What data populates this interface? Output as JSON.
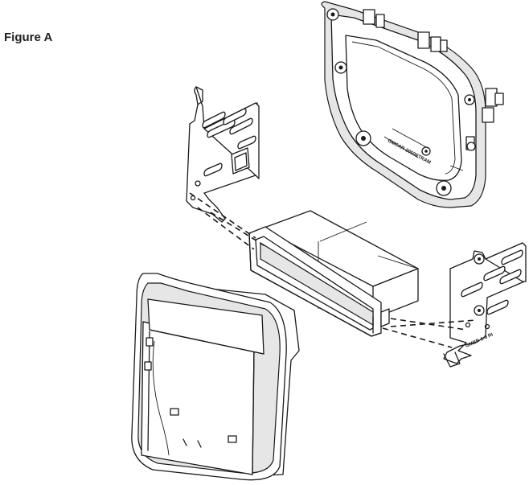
{
  "figure": {
    "label": "Figure A",
    "part_mark_bezel": "GMCAR-2050RTRAM",
    "part_mark_bracket": "GMBR-1-8 RI"
  }
}
